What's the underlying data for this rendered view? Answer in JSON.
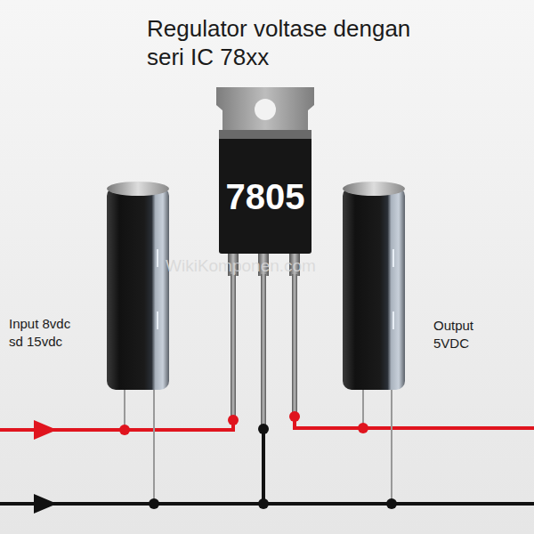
{
  "diagram": {
    "title": "Regulator voltase dengan seri IC 78xx",
    "nodes": [
      {
        "text": [
          "7805"
        ]
      }
    ],
    "labels": [
      "WikiKomponen.com",
      "Input 8vdc sd 15vdc",
      "Output 5VDC"
    ]
  }
}
